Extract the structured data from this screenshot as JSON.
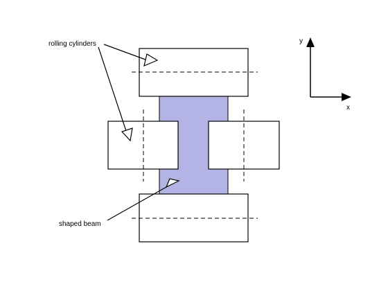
{
  "labels": {
    "rolling_cylinders": "rolling cylinders",
    "shaped_beam": "shaped beam",
    "axis_y": "y",
    "axis_x": "x"
  },
  "colors": {
    "beam_fill": "#b3b3e6",
    "stroke": "#000000",
    "background": "#ffffff"
  }
}
